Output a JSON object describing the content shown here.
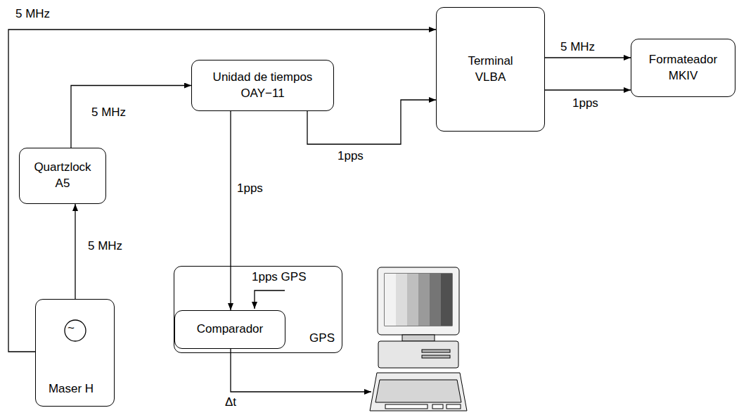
{
  "diagram": {
    "nodes": [
      {
        "text": [
          "Terminal VLBA"
        ]
      },
      {
        "text": [
          "Formateador MKIV"
        ]
      },
      {
        "text": [
          "Unidad de tiempos OAY−11"
        ]
      },
      {
        "text": [
          "Quartzlock A5"
        ]
      },
      {
        "text": [
          "GPS"
        ]
      },
      {
        "text": [
          "Comparador"
        ],
        "in": 4
      },
      {
        "text": [
          "~",
          "Maser H"
        ]
      }
    ],
    "edges": [
      {
        "from": 6,
        "to": 0,
        "label": "5 MHz",
        "arrow": "to"
      },
      {
        "from": 2,
        "to": 0,
        "label": "1pps",
        "arrow": "to"
      },
      {
        "from": 0,
        "to": 1,
        "label": "5 MHz",
        "arrow": "to"
      },
      {
        "from": 0,
        "to": 1,
        "label": "1pps",
        "arrow": "to"
      },
      {
        "from": 3,
        "to": 2,
        "label": "5 MHz",
        "arrow": "to"
      },
      {
        "from": 2,
        "to": 5,
        "label": "1pps",
        "arrow": "to"
      },
      {
        "from": 6,
        "to": 3,
        "label": "5 MHz",
        "arrow": "to"
      }
    ],
    "labels": [
      "1pps GPS",
      "Δt"
    ]
  }
}
